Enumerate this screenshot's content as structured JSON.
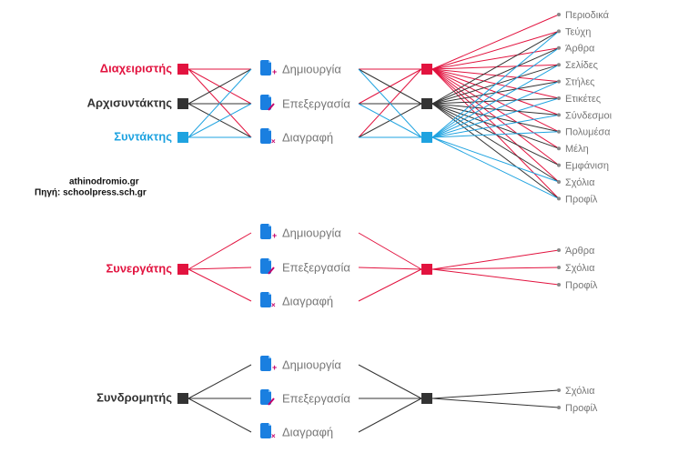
{
  "colors": {
    "red": "#e2133f",
    "black": "#333333",
    "blue": "#1fa3e0",
    "gray": "#777777",
    "doc": "#1a7fe0",
    "mark": "#c2006b"
  },
  "credit": {
    "line1": "athinodromio.gr",
    "line2": "Πηγή: schoolpress.sch.gr"
  },
  "roles": [
    {
      "label": "Διαχειριστής",
      "color": "red"
    },
    {
      "label": "Αρχισυντάκτης",
      "color": "black"
    },
    {
      "label": "Συντάκτης",
      "color": "blue"
    },
    {
      "label": "Συνεργάτης",
      "color": "red"
    },
    {
      "label": "Συνδρομητής",
      "color": "black"
    }
  ],
  "actions": [
    "Δημιουργία",
    "Επεξεργασία",
    "Διαγραφή"
  ],
  "action_icons": [
    "doc-create-icon",
    "doc-edit-icon",
    "doc-delete-icon"
  ],
  "groups": [
    {
      "resources": [
        "Περιοδικά",
        "Τεύχη",
        "Άρθρα",
        "Σελίδες",
        "Στήλες",
        "Ετικέτες",
        "Σύνδεσμοι",
        "Πολυμέσα",
        "Μέλη",
        "Εμφάνιση",
        "Σχόλια",
        "Προφίλ"
      ]
    },
    {
      "resources": [
        "Άρθρα",
        "Σχόλια",
        "Προφίλ"
      ]
    },
    {
      "resources": [
        "Σχόλια",
        "Προφίλ"
      ]
    }
  ]
}
